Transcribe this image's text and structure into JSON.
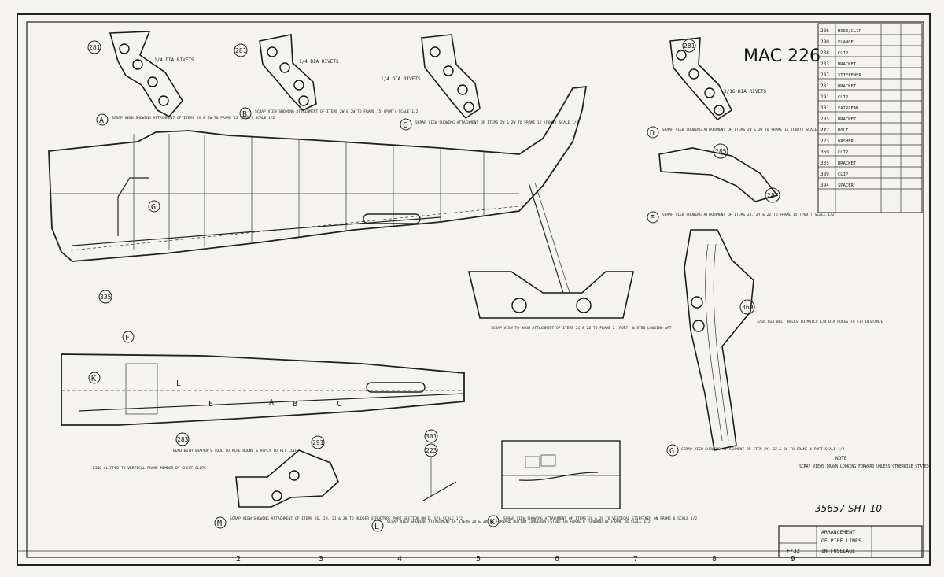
{
  "sheet": {
    "drawing_code": "MAC 226",
    "sheet_number": "35657 SHT 10",
    "title_lines": [
      "ARRANGEMENT",
      "OF PIPE LINES",
      "IN FUSELAGE"
    ],
    "scale_box": "F/32",
    "zone_numbers": [
      "2",
      "3",
      "4",
      "5",
      "6",
      "7",
      "8",
      "9"
    ]
  },
  "views": {
    "A": {
      "letter": "A",
      "caption": "SCRAP VIEW SHOWING ATTACHMENT OF ITEMS 2V & 2W TO FRAME 15 (PORT) SCALE 1/2",
      "item": "281",
      "note": "1/4 DIA RIVETS"
    },
    "B": {
      "letter": "B",
      "caption": "SCRAP VIEW SHOWING ATTACHMENT OF ITEMS 2W & 2W TO FRAME 15 (PORT) SCALE 1/2",
      "item": "281",
      "note": "1/4 DIA RIVETS"
    },
    "C": {
      "letter": "C",
      "caption": "SCRAP VIEW SHOWING ATTACHMENT OF ITEMS 2W & 2W TO FRAME 15 (PORT) SCALE 1/2",
      "note": "1/4 DIA RIVETS"
    },
    "D": {
      "letter": "D",
      "caption": "SCRAP VIEW SHOWING ATTACHMENT OF ITEMS 2W & 2W TO FRAME 15 (PORT) SCALE 1/2",
      "item": "281",
      "note": "3/16 DIA RIVETS"
    },
    "E": {
      "letter": "E",
      "caption": "SCRAP VIEW SHOWING ATTACHMENT OF ITEMS 2X, 2Y & 2Z TO FRAME 15 (PORT) SCALE 1/2",
      "items": [
        "285",
        "287"
      ]
    },
    "F": {
      "letter": "F",
      "caption": "SCRAP VIEW TO SHOW ATTACHMENT OF ITEMS 2C & 2D TO FRAME 2 (PORT) & STBD LOOKING AFT",
      "item": "335"
    },
    "G": {
      "letter": "G",
      "caption": "SCRAP VIEW SHOWING ATTACHMENT OF ITEM 2Y, 2Z & 2C TO FRAME 4 PORT SCALE 1/2",
      "item": "369"
    },
    "K": {
      "letter": "K",
      "caption": "SCRAP VIEW SHOWING ATTACHMENT OF ITEMS 2G & 2H TO VERTICAL STIFFENER ON FRAME 6 SCALE 1/2"
    },
    "L": {
      "letter": "L",
      "caption": "SCRAP VIEW SHOWING ATTACHMENT OF ITEMS 2U & 2V TO FORWARD BOTTOM LONGERON (STBD) ON FRAME 6 FORWARD OF FRAME 16 SCALE 1/2",
      "items": [
        "301",
        "223"
      ]
    },
    "M": {
      "letter": "M",
      "caption": "SCRAP VIEW SHOWING ATTACHMENT OF ITEMS 2G, 2H, 2J & 2K TO RUDDER STRUCTURE PORT SECTION ON E, S/L SCALE 1/2",
      "items": [
        "291",
        "283"
      ]
    }
  },
  "fuselage": {
    "letters": [
      "G",
      "K",
      "L",
      "E",
      "A",
      "B",
      "C"
    ]
  },
  "notes": {
    "note_heading": "NOTE",
    "note_text": "SCRAP VIEWS DRAWN LOOKING FORWARD UNLESS OTHERWISE STATED",
    "g_notes": "3/16 DIA BOLT HOLES TO MATCH 1/4 DIA HOLES TO FIT DISTANCE",
    "m_note": "BEND WITH SHAPER'S TOOL TO PIPE ROUND & APPLY TO FIT CLIP",
    "left_note": "LINE CLIPPED TO VERTICAL FRAME MEMBER BY SHEET CLIPS"
  },
  "bom_rows": [
    [
      "286",
      "HOSE/CLIP"
    ],
    [
      "290",
      "FLANGE"
    ],
    [
      "288",
      "CLIP"
    ],
    [
      "283",
      "BRACKET"
    ],
    [
      "287",
      "STIFFENER"
    ],
    [
      "281",
      "BRACKET"
    ],
    [
      "291",
      "CLIP"
    ],
    [
      "301",
      "FAIRLEAD"
    ],
    [
      "285",
      "BRACKET"
    ],
    [
      "222",
      "BOLT"
    ],
    [
      "223",
      "WASHER"
    ],
    [
      "369",
      "CLIP"
    ],
    [
      "335",
      "BRACKET"
    ],
    [
      "389",
      "CLIP"
    ],
    [
      "394",
      "SPACER"
    ]
  ]
}
